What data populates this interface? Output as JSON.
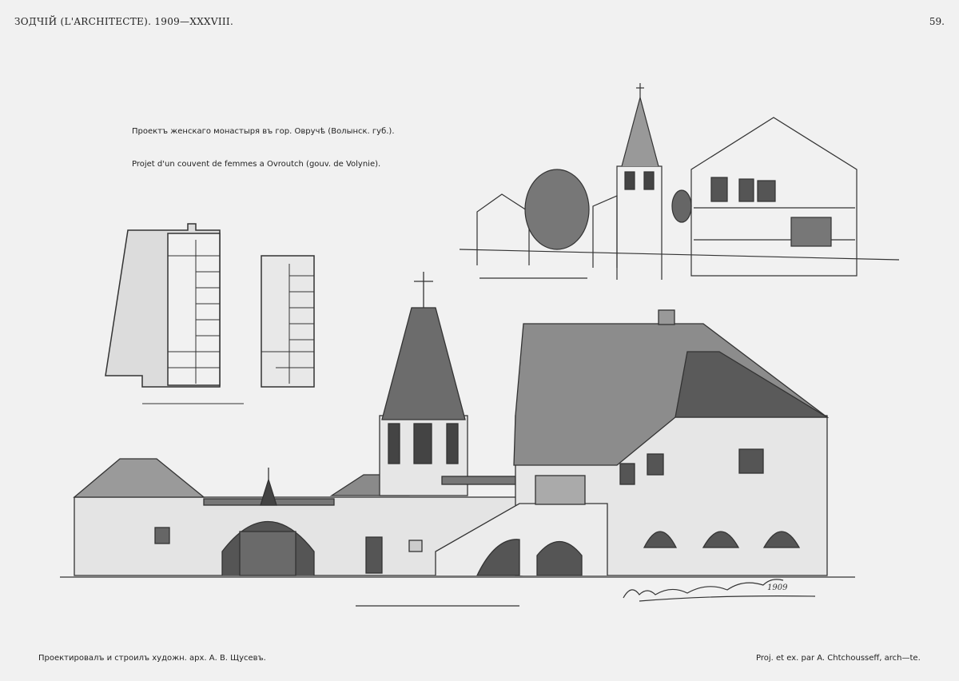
{
  "header": {
    "journal": "ЗОДЧІЙ (L'ARCHITECTE). 1909—XXXVIII.",
    "page_number": "59."
  },
  "title": {
    "russian": "Проектъ женскаго монастыря въ гор. Овручѣ (Волынск. губ.).",
    "french": "Projet d'un couvent de femmes a Ovroutch (gouv. de Volynie)."
  },
  "footer": {
    "left": "Проектировалъ и строилъ художн. арх. А. В. Щусевъ.",
    "right": "Proj. et ex. par A. Chtchousseff, arch—te."
  },
  "signature": "Архитекторъ Алексѣй Щусевъ 1909"
}
